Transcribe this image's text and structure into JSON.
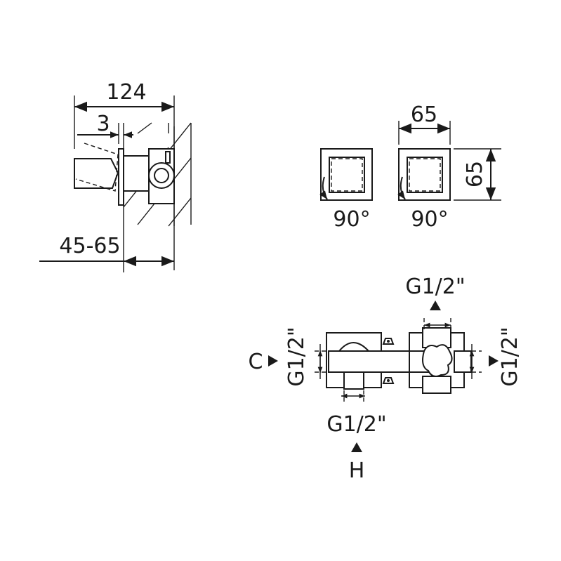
{
  "side_view": {
    "dim_overall": "124",
    "dim_plate": "3",
    "dim_depth": "45-65"
  },
  "front_view": {
    "dim_width": "65",
    "dim_height": "65",
    "rotation_left": "90°",
    "rotation_right": "90°"
  },
  "connections": {
    "top": "G1/2\"",
    "bottom": "G1/2\"",
    "left": "G1/2\"",
    "right": "G1/2\"",
    "cold_label": "C",
    "hot_label": "H"
  }
}
